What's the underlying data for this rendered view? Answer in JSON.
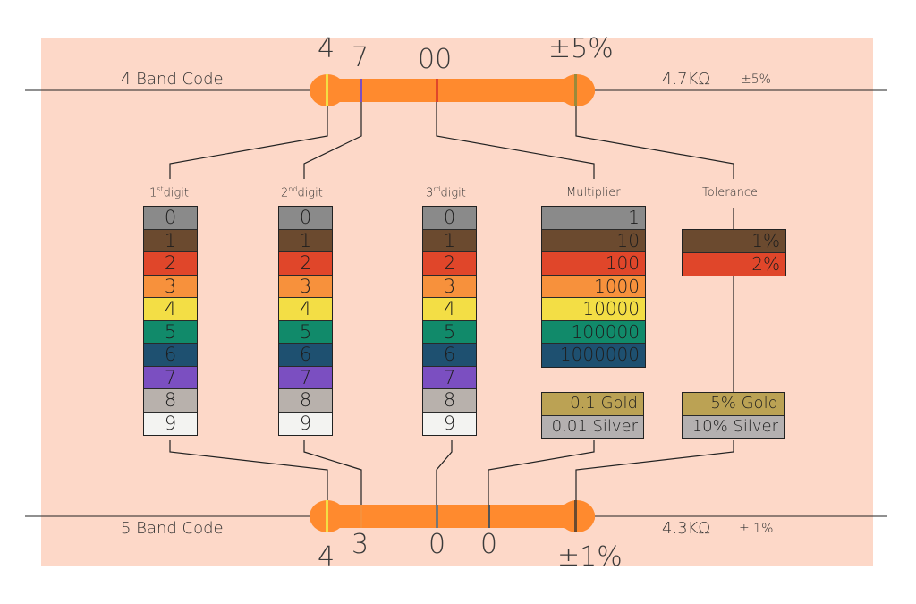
{
  "four_band": {
    "label": "4 Band Code",
    "value": "4.7KΩ",
    "tolerance": "±5%",
    "digit1": "4",
    "digit2": "7",
    "multiplier": "00",
    "tolerance_band": "±5%"
  },
  "five_band": {
    "label": "5 Band Code",
    "value": "4.3KΩ",
    "tolerance": "± 1%",
    "digit1": "4",
    "digit2": "3",
    "digit3": "0",
    "multiplier": "0",
    "tolerance_band": "±1%"
  },
  "headers": {
    "first": {
      "num": "1",
      "sup": "st",
      "rest": "digit"
    },
    "second": {
      "num": "2",
      "sup": "nd",
      "rest": "digit"
    },
    "third": {
      "num": "3",
      "sup": "rd",
      "rest": "digit"
    },
    "multiplier": "Multiplier",
    "tolerance": "Tolerance"
  },
  "digits": [
    {
      "label": "0",
      "color": "#8a8a8a"
    },
    {
      "label": "1",
      "color": "#6b4a2f"
    },
    {
      "label": "2",
      "color": "#e0462a"
    },
    {
      "label": "3",
      "color": "#f7913c"
    },
    {
      "label": "4",
      "color": "#f3de45"
    },
    {
      "label": "5",
      "color": "#118a6a"
    },
    {
      "label": "6",
      "color": "#1e5070"
    },
    {
      "label": "7",
      "color": "#7b4fc1"
    },
    {
      "label": "8",
      "color": "#b8b1ac"
    },
    {
      "label": "9",
      "color": "#f3f3f1"
    }
  ],
  "multipliers": [
    {
      "label": "1",
      "color": "#8a8a8a"
    },
    {
      "label": "10",
      "color": "#6b4a2f"
    },
    {
      "label": "100",
      "color": "#e0462a"
    },
    {
      "label": "1000",
      "color": "#f7913c"
    },
    {
      "label": "10000",
      "color": "#f3de45"
    },
    {
      "label": "100000",
      "color": "#118a6a"
    },
    {
      "label": "1000000",
      "color": "#1e5070"
    }
  ],
  "multiplier_extra": [
    {
      "label": "0.1 Gold",
      "color": "#bba254"
    },
    {
      "label": "0.01 Silver",
      "color": "#b4b0b0"
    }
  ],
  "tolerances": [
    {
      "label": "1%",
      "color": "#6b4a2f"
    },
    {
      "label": "2%",
      "color": "#e0462a"
    }
  ],
  "tolerance_extra": [
    {
      "label": "5% Gold",
      "color": "#bba254"
    },
    {
      "label": "10% Silver",
      "color": "#b4b0b0"
    }
  ],
  "colors": {
    "background": "#fdd8c8",
    "resistor_body": "#ff8a2e",
    "band_yellow": "#f3de45",
    "band_violet": "#7b4fc1",
    "band_red": "#e0462a",
    "band_gold": "#9a8a3a",
    "band_orange": "#f7913c",
    "band_black": "#555555",
    "band_gray": "#777777",
    "band_brown": "#6b4a2f"
  }
}
